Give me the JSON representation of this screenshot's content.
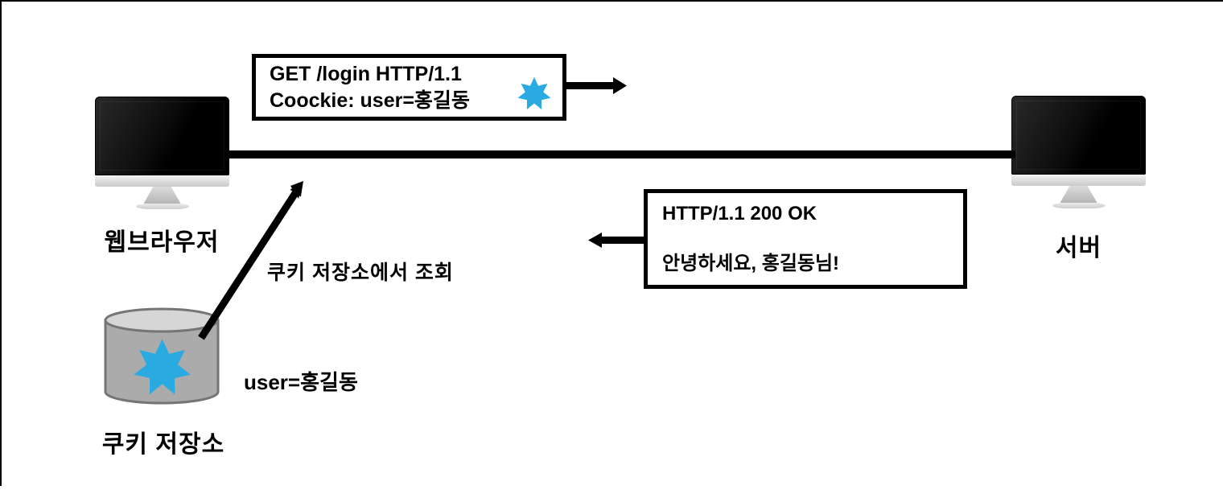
{
  "diagram": {
    "title_hint": "HTTP cookie request/response flow",
    "request_box": {
      "line1": "GET /login HTTP/1.1",
      "line2": "Coockie: user=홍길동"
    },
    "response_box": {
      "line1": "HTTP/1.1 200 OK",
      "line2": "안녕하세요, 홍길동님!"
    },
    "browser_label": "웹브라우저",
    "server_label": "서버",
    "cookie_store_label": "쿠키 저장소",
    "cookie_value_label": "user=홍길동",
    "lookup_label": "쿠키 저장소에서 조회",
    "icons": {
      "browser": "desktop-computer-icon",
      "server": "desktop-computer-icon",
      "cookie": "seven-pointed-star-icon",
      "storage": "database-cylinder-icon"
    },
    "colors": {
      "cookie_star": "#29abe2",
      "cylinder_body": "#ababab",
      "cylinder_top": "#d6d6d6",
      "cylinder_stroke": "#757575",
      "line": "#000000"
    }
  }
}
